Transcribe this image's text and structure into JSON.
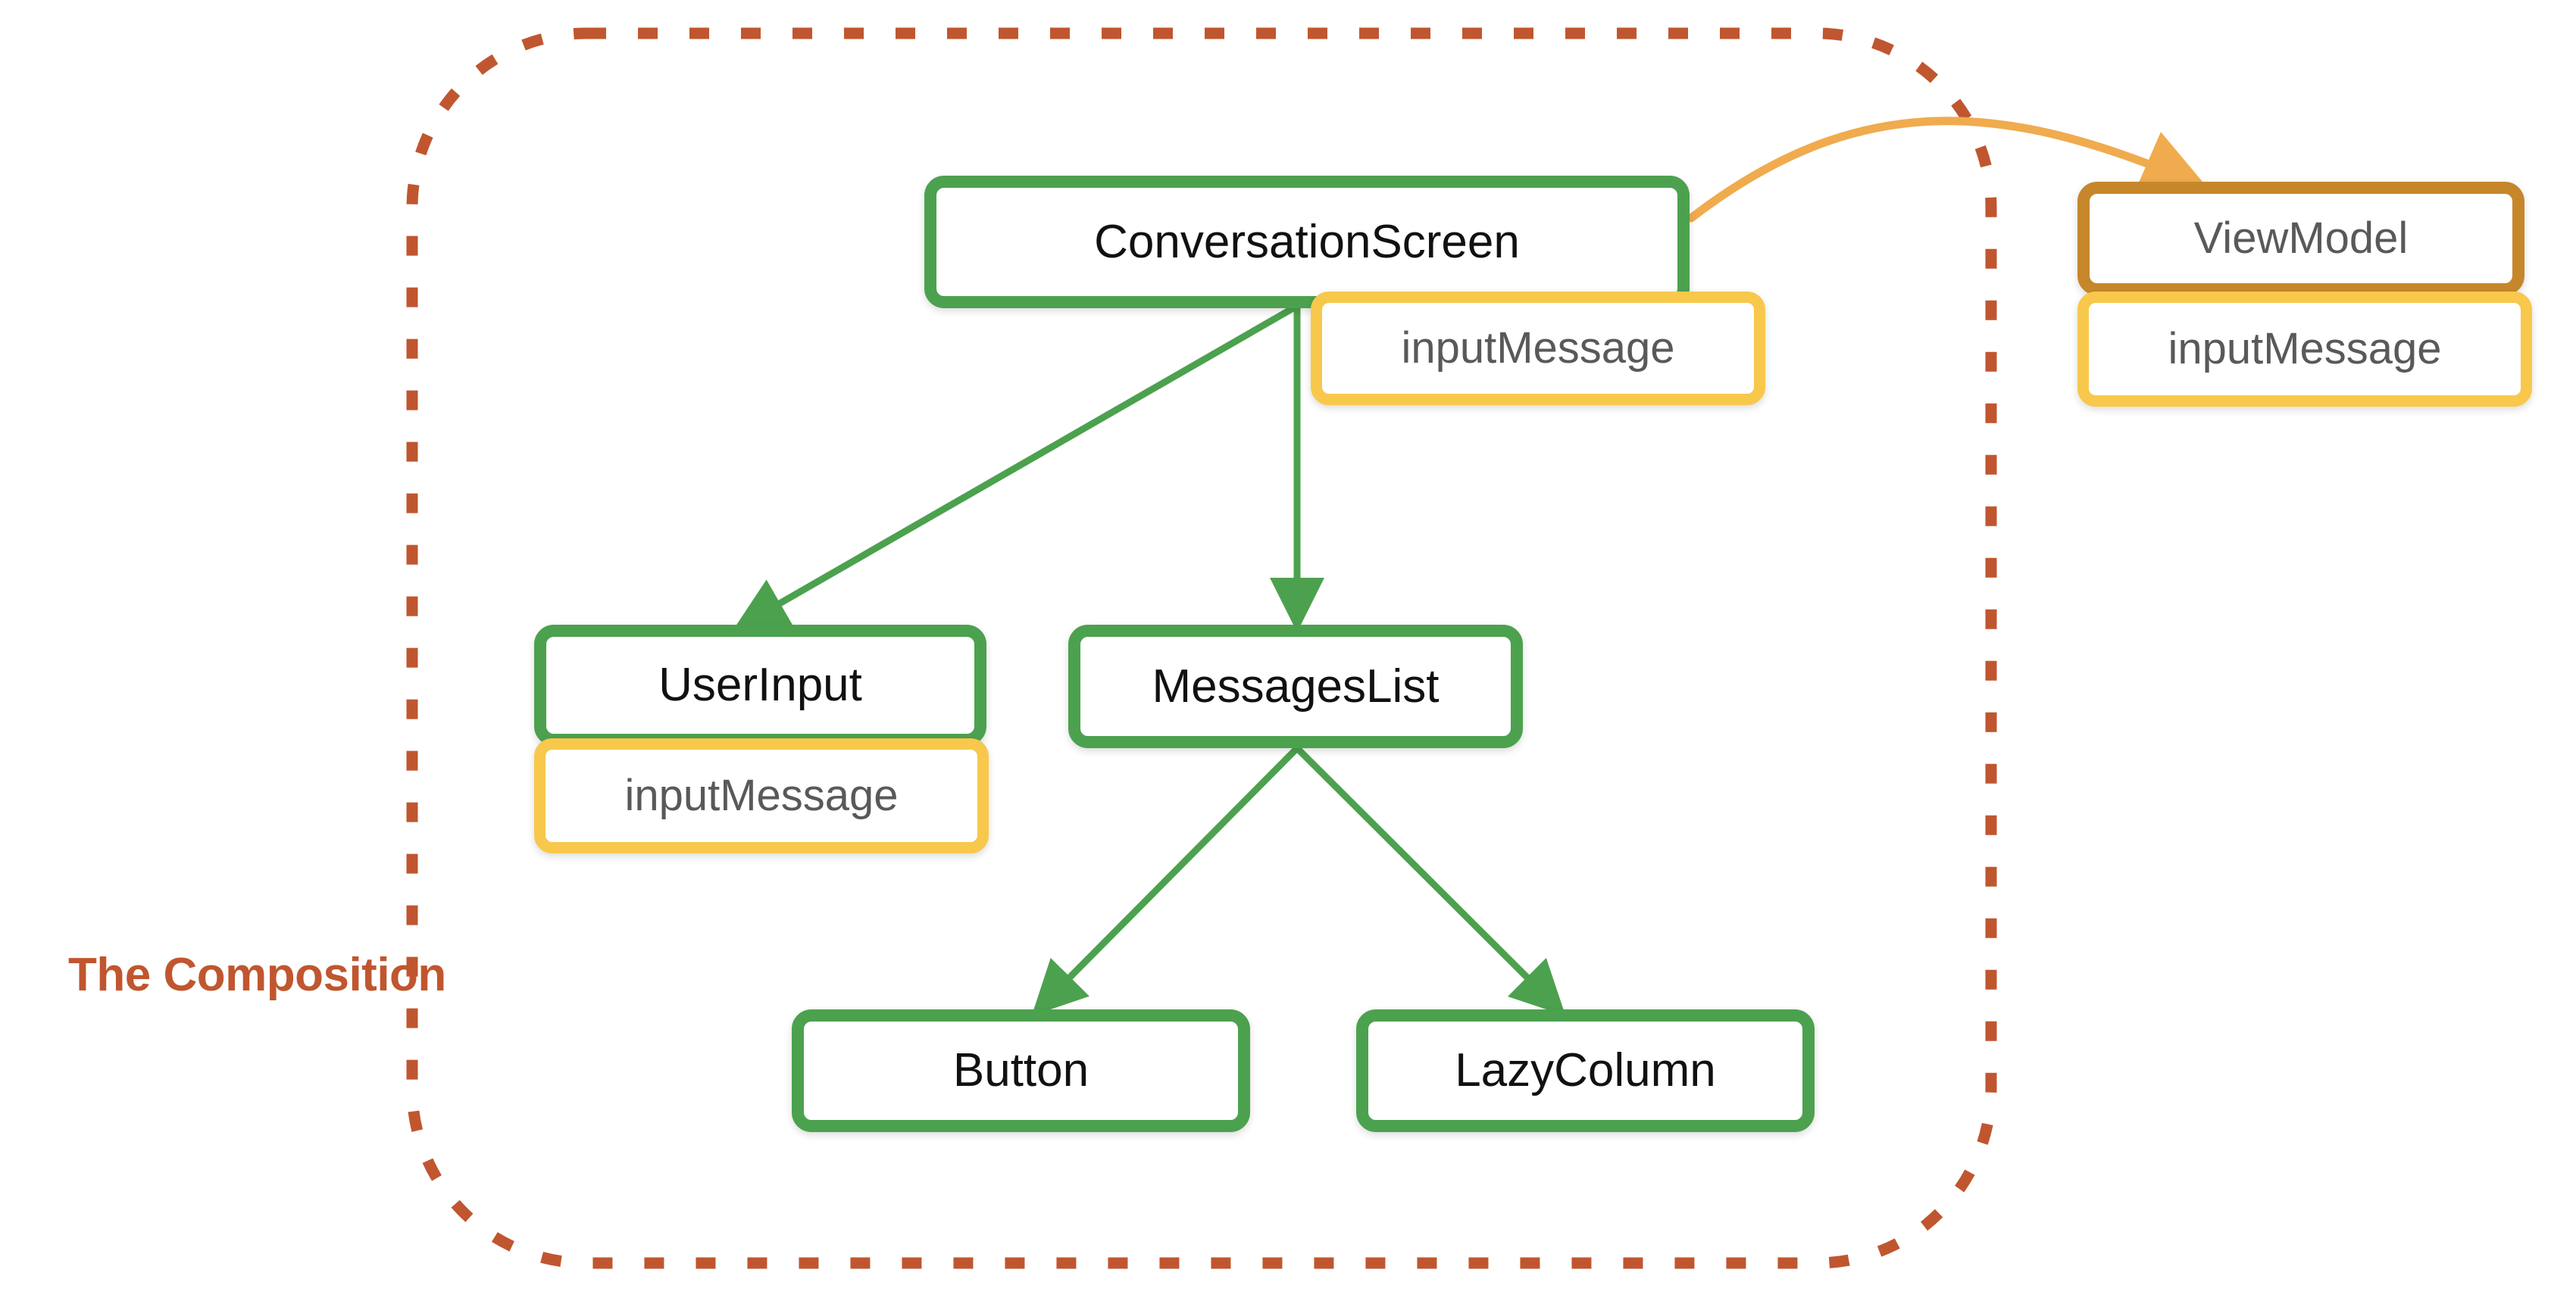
{
  "diagram": {
    "title": "The Composition",
    "caption": "The Composition",
    "colors": {
      "composable_border": "#4CA14E",
      "state_border": "#F8C84C",
      "viewmodel_border": "#C6872B",
      "boundary_dashed": "#C0562F",
      "state_arrow": "#F0AB4E",
      "composable_arrow": "#4CA14E",
      "background": "#FFFFFF",
      "composable_text": "#111111",
      "state_text": "#59595B"
    },
    "nodes": {
      "conversation_screen": {
        "label": "ConversationScreen",
        "kind": "composable"
      },
      "conversation_screen_state": {
        "label": "inputMessage",
        "kind": "state"
      },
      "user_input": {
        "label": "UserInput",
        "kind": "composable"
      },
      "user_input_state": {
        "label": "inputMessage",
        "kind": "state"
      },
      "messages_list": {
        "label": "MessagesList",
        "kind": "composable"
      },
      "button": {
        "label": "Button",
        "kind": "composable"
      },
      "lazy_column": {
        "label": "LazyColumn",
        "kind": "composable"
      },
      "view_model": {
        "label": "ViewModel",
        "kind": "viewmodel"
      },
      "view_model_state": {
        "label": "inputMessage",
        "kind": "state"
      }
    },
    "edges": [
      {
        "from": "conversation_screen",
        "to": "user_input",
        "color": "#4CA14E"
      },
      {
        "from": "conversation_screen",
        "to": "messages_list",
        "color": "#4CA14E"
      },
      {
        "from": "messages_list",
        "to": "button",
        "color": "#4CA14E"
      },
      {
        "from": "messages_list",
        "to": "lazy_column",
        "color": "#4CA14E"
      },
      {
        "from": "conversation_screen",
        "to": "view_model",
        "color": "#F0AB4E"
      }
    ]
  }
}
